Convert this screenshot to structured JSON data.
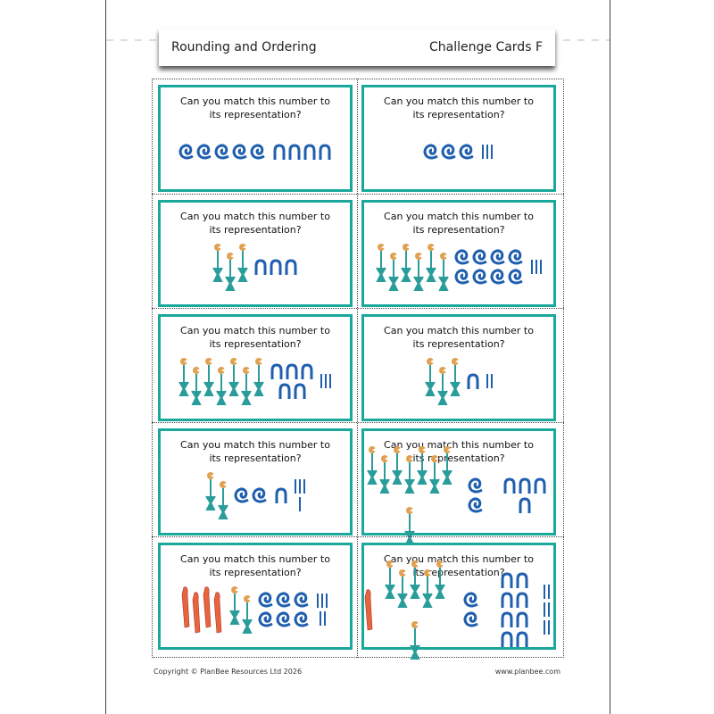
{
  "header": {
    "title": "Rounding and Ordering",
    "subtitle": "Challenge Cards F"
  },
  "colors": {
    "card_border": "#1aa89b",
    "coil": "#1f5fae",
    "lotus": "#2a9d9a",
    "flower": "#e0a050",
    "finger": "#e8643a"
  },
  "cards": [
    {
      "question": "Can you match this number to its representation?",
      "fingers": 0,
      "lotus": 0,
      "coils": 5,
      "arches": 4,
      "strokes": 0
    },
    {
      "question": "Can you match this number to its representation?",
      "fingers": 0,
      "lotus": 0,
      "coils": 3,
      "arches": 0,
      "strokes": 3
    },
    {
      "question": "Can you match this number to its representation?",
      "fingers": 0,
      "lotus": 3,
      "coils": 0,
      "arches": 3,
      "strokes": 0
    },
    {
      "question": "Can you match this number to its representation?",
      "fingers": 0,
      "lotus": 6,
      "coils": 8,
      "arches": 0,
      "strokes": 3
    },
    {
      "question": "Can you match this number to its representation?",
      "fingers": 0,
      "lotus": 7,
      "coils": 0,
      "arches": 5,
      "strokes": 3
    },
    {
      "question": "Can you match this number to its representation?",
      "fingers": 0,
      "lotus": 3,
      "coils": 0,
      "arches": 1,
      "strokes": 2
    },
    {
      "question": "Can you match this number to its representation?",
      "fingers": 0,
      "lotus": 2,
      "coils": 2,
      "arches": 1,
      "strokes": 4
    },
    {
      "question": "Can you match this number to its representation?",
      "fingers": 0,
      "lotus": 8,
      "coils": 2,
      "arches": 4,
      "strokes": 0
    },
    {
      "question": "Can you match this number to its representation?",
      "fingers": 4,
      "lotus": 2,
      "coils": 6,
      "arches": 0,
      "strokes": 5
    },
    {
      "question": "Can you match this number to its representation?",
      "fingers": 1,
      "lotus": 6,
      "coils": 2,
      "arches": 8,
      "strokes": 6
    }
  ],
  "footer": {
    "copyright": "Copyright © PlanBee Resources Ltd 2026",
    "website": "www.planbee.com"
  }
}
